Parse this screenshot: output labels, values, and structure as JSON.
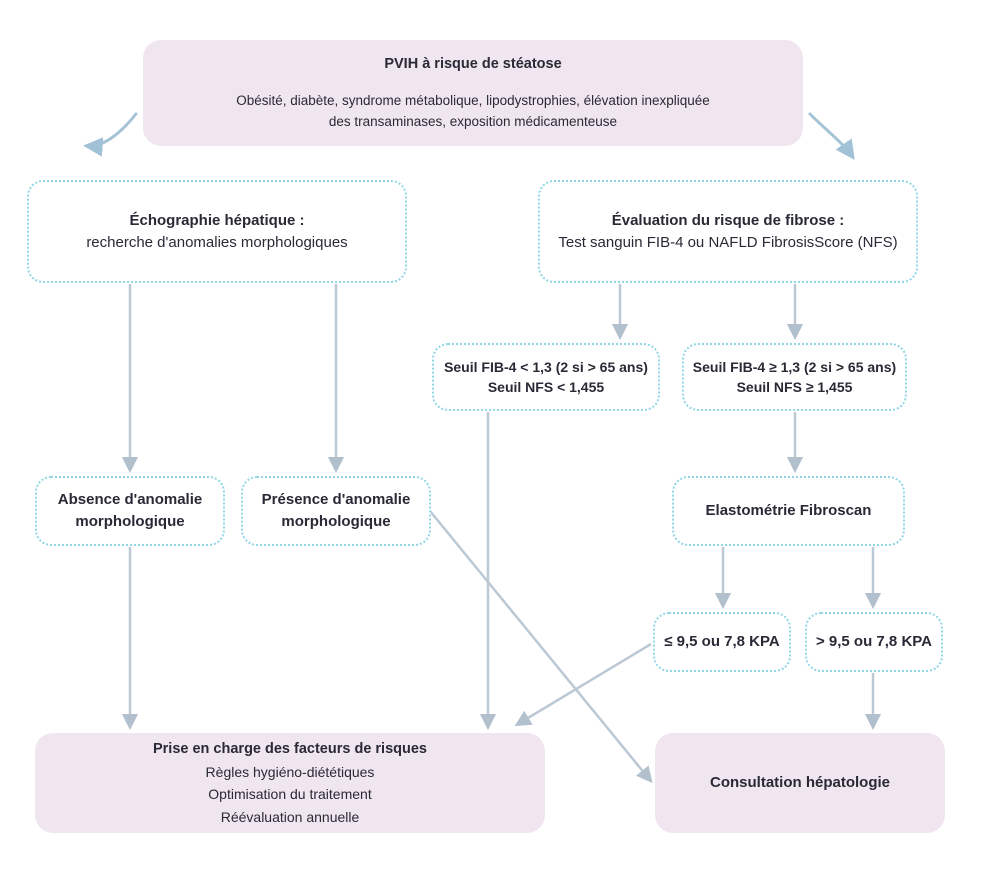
{
  "colors": {
    "pink_fill": "#f0e6ef",
    "dashed_border": "#90d7e6",
    "arrow_gray": "#b8c4d1",
    "arrow_blue": "#a5c3d6",
    "text": "#2a2936"
  },
  "nodes": {
    "risk": {
      "title": "PVIH à risque de stéatose",
      "body": "Obésité, diabète, syndrome métabolique, lipodystrophies, élévation inexpliquée\ndes transaminases, exposition médicamenteuse"
    },
    "echo": {
      "title": "Échographie hépatique :",
      "body": "recherche d'anomalies morphologiques"
    },
    "fibrose": {
      "title": "Évaluation du risque de fibrose :",
      "body": "Test sanguin FIB-4 ou NAFLD FibrosisScore (NFS)"
    },
    "seuil_low": {
      "line1": "Seuil FIB-4 < 1,3 (2 si > 65 ans)",
      "line2": "Seuil NFS < 1,455"
    },
    "seuil_high": {
      "line1": "Seuil FIB-4 ≥ 1,3 (2 si > 65 ans)",
      "line2": "Seuil NFS ≥ 1,455"
    },
    "absence": {
      "line1": "Absence d'anomalie",
      "line2": "morphologique"
    },
    "presence": {
      "line1": "Présence d'anomalie",
      "line2": "morphologique"
    },
    "elasto": {
      "label": "Elastométrie Fibroscan"
    },
    "kpa_low": {
      "label": "≤ 9,5 ou 7,8 KPA"
    },
    "kpa_high": {
      "label": "> 9,5 ou 7,8 KPA"
    },
    "care": {
      "title": "Prise en charge des facteurs de risques",
      "line2": "Règles hygiéno-diététiques",
      "line3": "Optimisation du traitement",
      "line4": "Réévaluation annuelle"
    },
    "consult": {
      "label": "Consultation hépatologie"
    }
  }
}
